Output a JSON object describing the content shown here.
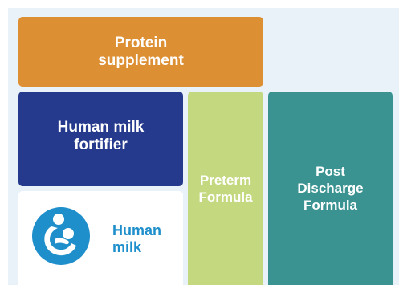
{
  "blocks": {
    "protein_supplement": {
      "line1": "Protein",
      "line2": "supplement",
      "color": "#dd8f33"
    },
    "human_milk_fortifier": {
      "line1": "Human milk",
      "line2": "fortifier",
      "color": "#253a8c"
    },
    "human_milk": {
      "line1": "Human",
      "line2": "milk",
      "color": "#1f8fcb",
      "icon": "breastfeeding-icon"
    },
    "preterm_formula": {
      "line1": "Preterm",
      "line2": "Formula",
      "color": "#c4d97f"
    },
    "post_discharge_formula": {
      "line1": "Post",
      "line2": "Discharge",
      "line3": "Formula",
      "color": "#3a9391"
    }
  }
}
